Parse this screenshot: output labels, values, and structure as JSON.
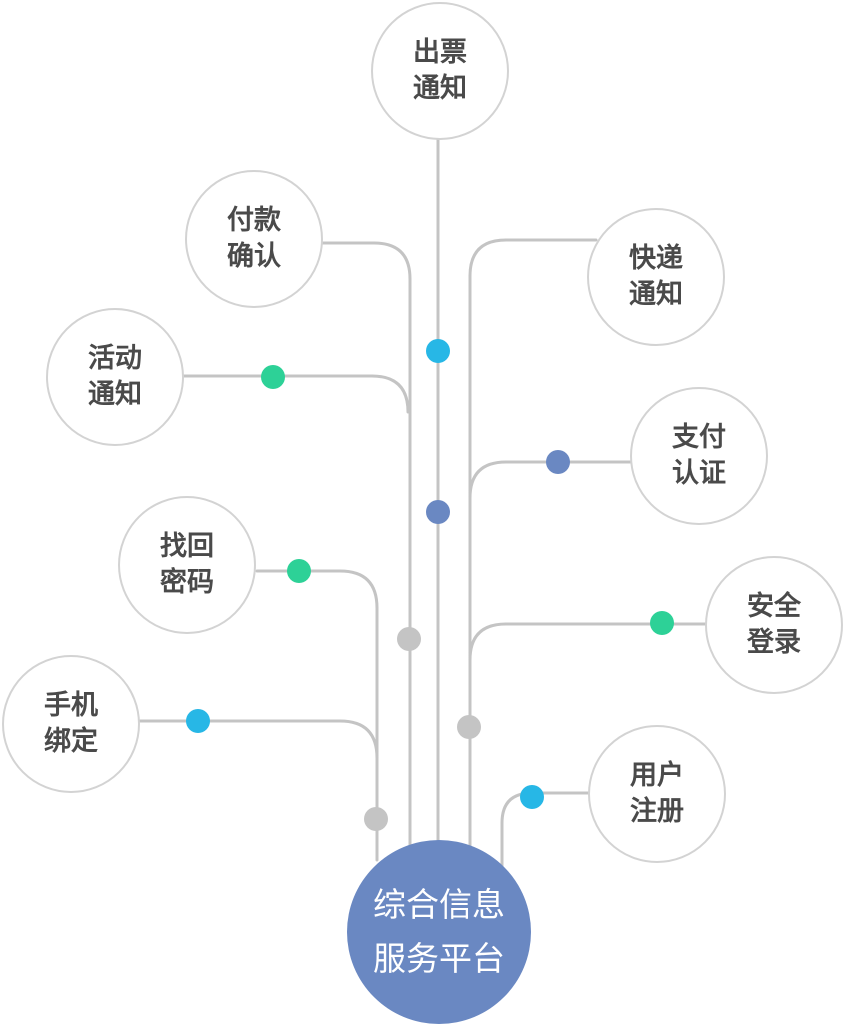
{
  "hub": {
    "line1": "综合信息",
    "line2": "服务平台",
    "color": "#6a88c2"
  },
  "nodes": [
    {
      "id": "ticket-notice",
      "line1": "出票",
      "line2": "通知"
    },
    {
      "id": "payment-confirm",
      "line1": "付款",
      "line2": "确认"
    },
    {
      "id": "express-notice",
      "line1": "快递",
      "line2": "通知"
    },
    {
      "id": "activity-notice",
      "line1": "活动",
      "line2": "通知"
    },
    {
      "id": "payment-auth",
      "line1": "支付",
      "line2": "认证"
    },
    {
      "id": "password-recovery",
      "line1": "找回",
      "line2": "密码"
    },
    {
      "id": "secure-login",
      "line1": "安全",
      "line2": "登录"
    },
    {
      "id": "phone-binding",
      "line1": "手机",
      "line2": "绑定"
    },
    {
      "id": "user-registration",
      "line1": "用户",
      "line2": "注册"
    }
  ],
  "colors": {
    "line": "#c4c4c4",
    "node_border": "#d3d3d3",
    "dot_cyan": "#27b7e6",
    "dot_green": "#2dd197",
    "dot_blue": "#6a88c2",
    "dot_gray": "#c4c4c4"
  }
}
